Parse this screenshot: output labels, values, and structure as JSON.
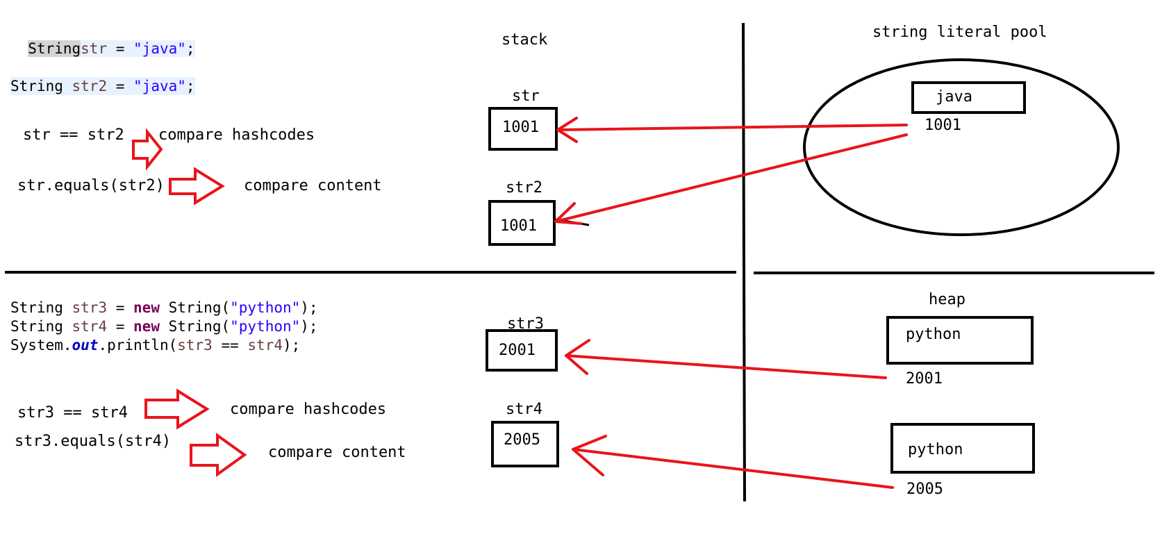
{
  "code": {
    "line1": {
      "type": "String",
      "var": "str",
      "eq": " = ",
      "lit": "\"java\"",
      "end": ";"
    },
    "line2": {
      "type": "String",
      "var": "str2",
      "eq": " = ",
      "lit": "\"java\"",
      "end": ";"
    },
    "line3": {
      "type": "String",
      "var": "str3",
      "eq": " = ",
      "kw": "new",
      "ctor": " String(",
      "lit": "\"python\"",
      "end": ");"
    },
    "line4": {
      "type": "String",
      "var": "str4",
      "eq": " = ",
      "kw": "new",
      "ctor": " String(",
      "lit": "\"python\"",
      "end": ");"
    },
    "line5": {
      "pre": "System.",
      "field": "out",
      "mid": ".println(",
      "a": "str3",
      "op": " == ",
      "b": "str4",
      "end": ");"
    }
  },
  "notes": {
    "top_eq": "str == str2",
    "top_eq_result": "compare hashcodes",
    "top_equals": "str.equals(str2)",
    "top_equals_result": "compare content",
    "bot_eq": "str3 == str4",
    "bot_eq_result": "compare hashcodes",
    "bot_equals": "str3.equals(str4)",
    "bot_equals_result": "compare content"
  },
  "regions": {
    "stack": "stack",
    "pool": "string literal pool",
    "heap": "heap"
  },
  "stack_vars": [
    {
      "name": "str",
      "value": "1001"
    },
    {
      "name": "str2",
      "value": "1001"
    },
    {
      "name": "str3",
      "value": "2001"
    },
    {
      "name": "str4",
      "value": "2005"
    }
  ],
  "pool_obj": {
    "content": "java",
    "address": "1001"
  },
  "heap_objs": [
    {
      "content": "python",
      "address": "2001"
    },
    {
      "content": "python",
      "address": "2005"
    }
  ],
  "colors": {
    "arrow": "#e8141c",
    "line": "#000000"
  }
}
